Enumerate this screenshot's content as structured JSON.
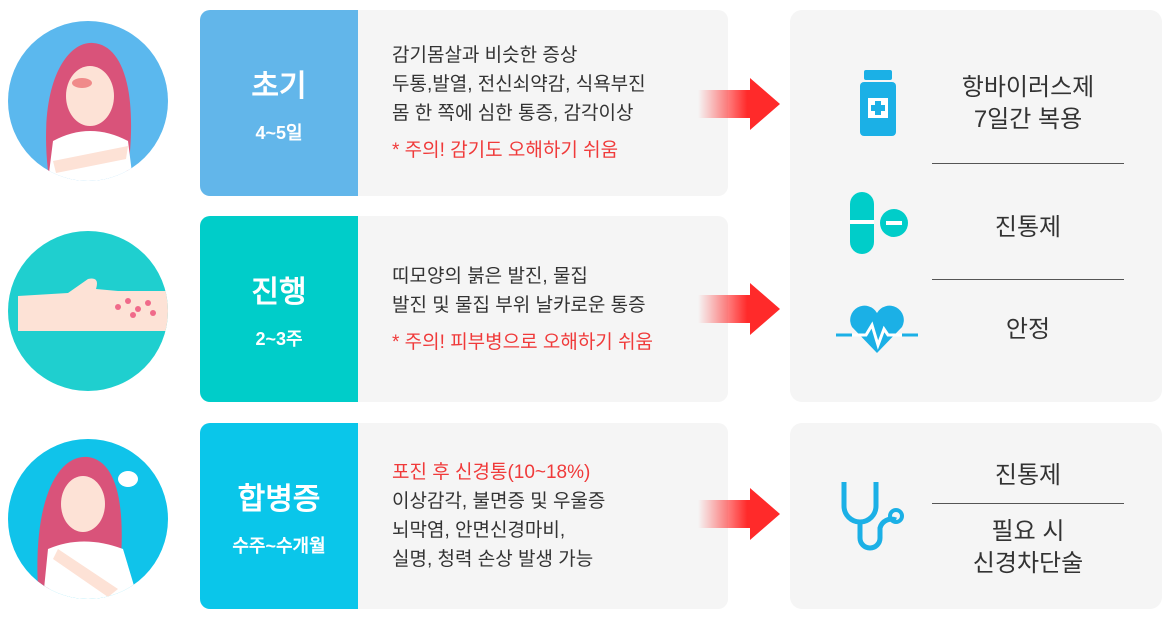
{
  "stages": [
    {
      "title": "초기",
      "period": "4~5일",
      "color": "#62b6ea",
      "lines": [
        "감기몸살과 비슷한 증상",
        "두통,발열, 전신쇠약감, 식욕부진",
        "몸 한 쪽에 심한 통증, 감각이상"
      ],
      "warning": "* 주의! 감기도 오해하기 쉬움"
    },
    {
      "title": "진행",
      "period": "2~3주",
      "color": "#00cdc9",
      "lines": [
        "띠모양의 붉은 발진, 물집",
        "발진 및 물집 부위 날카로운 통증"
      ],
      "warning": "* 주의! 피부병으로 오해하기 쉬움"
    },
    {
      "title": "합병증",
      "period": "수주~수개월",
      "color": "#0ac6ea",
      "highlight": "포진 후 신경통(10~18%)",
      "lines": [
        "이상감각, 불면증 및 우울증",
        "뇌막염, 안면신경마비,",
        "실명, 청력 손상 발생 가능"
      ]
    }
  ],
  "treatments_top": [
    {
      "icon": "medicine-bottle-icon",
      "label": "항바이러스제\n7일간 복용"
    },
    {
      "icon": "pill-icon",
      "label": "진통제"
    },
    {
      "icon": "heartbeat-icon",
      "label": "안정"
    }
  ],
  "treatments_bottom": [
    {
      "icon": "stethoscope-icon",
      "label": "진통제"
    },
    {
      "icon": "",
      "label": "필요 시\n신경차단술"
    }
  ],
  "colors": {
    "arrow": "#ff2a2a",
    "accent_red": "#f03a3a"
  }
}
